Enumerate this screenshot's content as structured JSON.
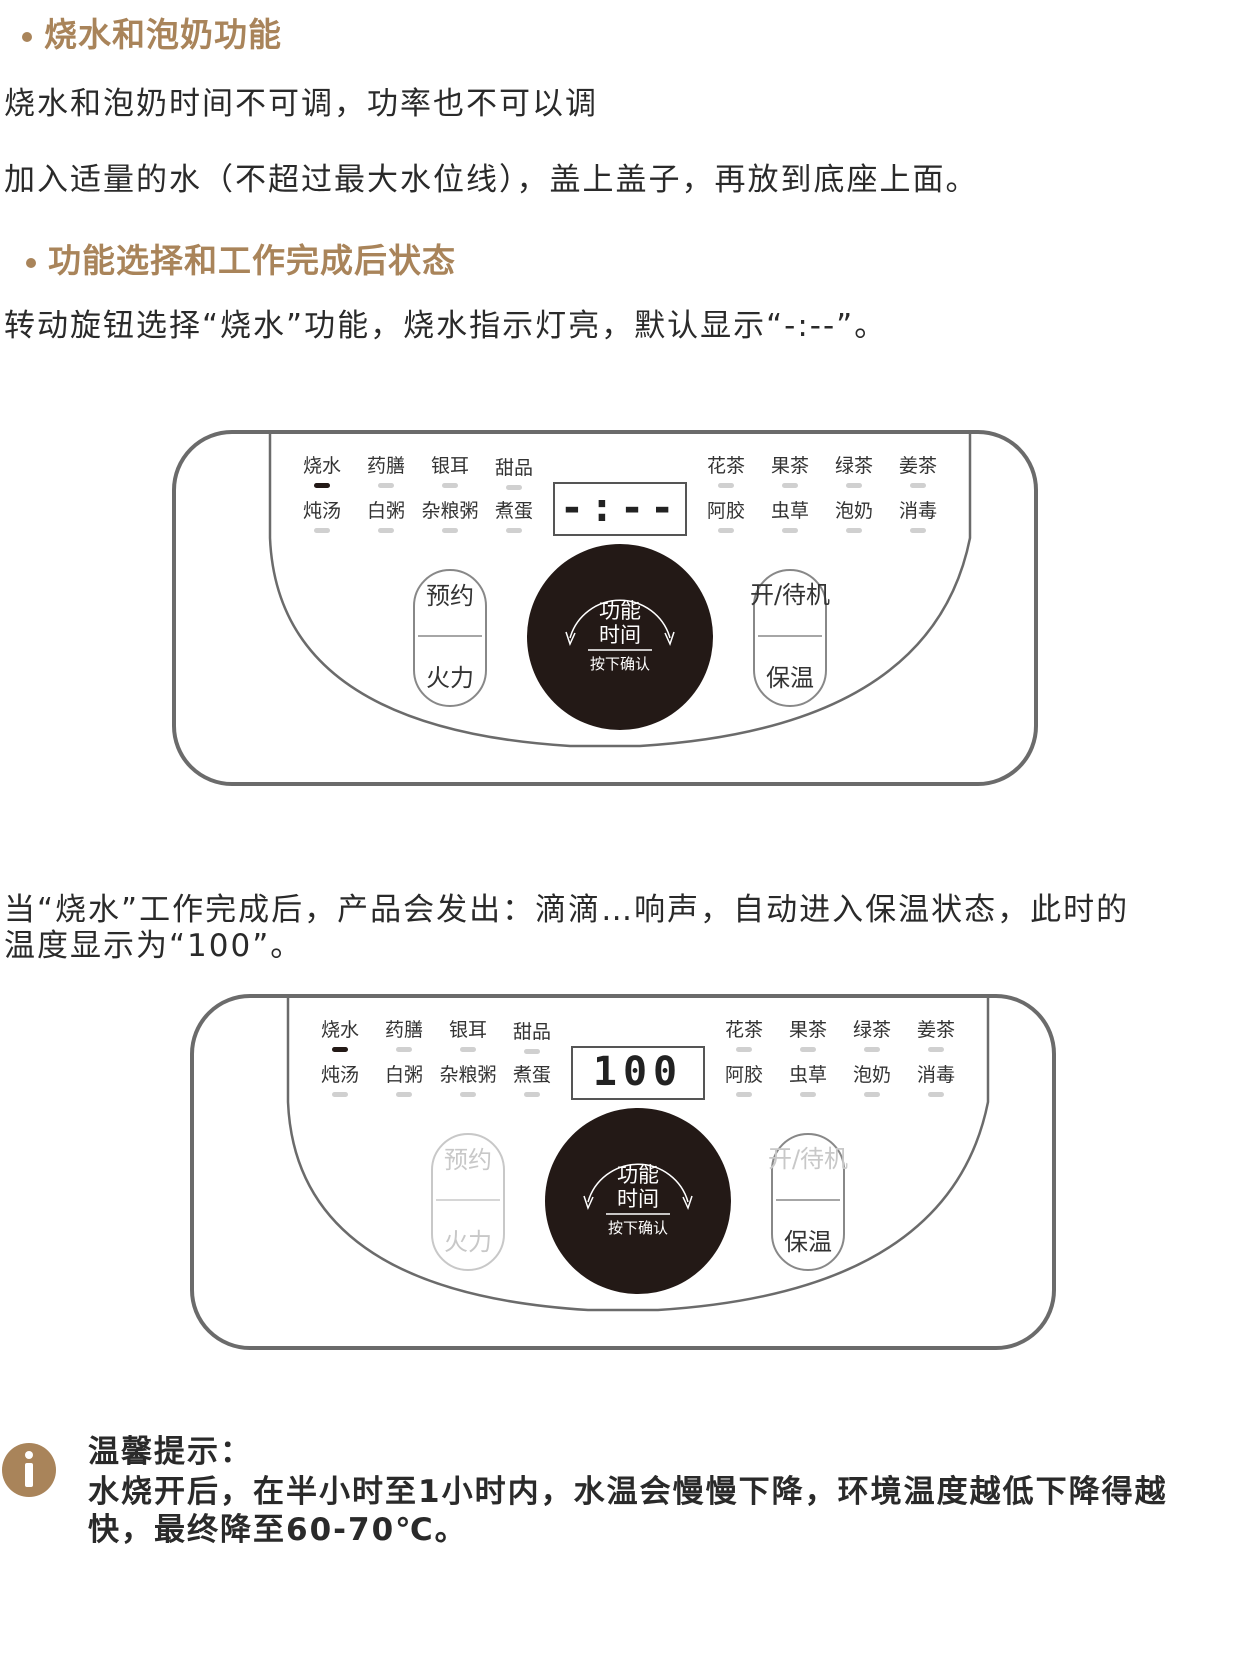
{
  "section1": {
    "heading": "烧水和泡奶功能",
    "line1": "烧水和泡奶时间不可调，功率也不可以调",
    "line2": "加入适量的水（不超过最大水位线），盖上盖子，再放到底座上面。"
  },
  "section2": {
    "heading": "功能选择和工作完成后状态",
    "line1": "转动旋钮选择“烧水”功能，烧水指示灯亮，默认显示“-:--”。",
    "line2a": "当“烧水”工作完成后，产品会发出：滴滴…响声，自动进入保温状态，此时的",
    "line2b": "温度显示为“100”。"
  },
  "panel": {
    "left_top": [
      "烧水",
      "药膳",
      "银耳",
      "甜品"
    ],
    "left_bottom": [
      "炖汤",
      "白粥",
      "杂粮粥",
      "煮蛋"
    ],
    "right_top": [
      "花茶",
      "果茶",
      "绿茶",
      "姜茶"
    ],
    "right_bottom": [
      "阿胶",
      "虫草",
      "泡奶",
      "消毒"
    ],
    "left_button_top": "预约",
    "left_button_bottom": "火力",
    "right_button_top": "开/待机",
    "right_button_bottom": "保温",
    "knob_line1": "功能",
    "knob_line2": "时间",
    "knob_line3": "按下确认"
  },
  "panel1": {
    "display": "-:--"
  },
  "panel2": {
    "display": "100"
  },
  "tip": {
    "title": "温馨提示：",
    "line1": "水烧开后，在半小时至1小时内，水温会慢慢下降，环境温度越低下降得越",
    "line2": "快，最终降至60-70℃。",
    "icon": "info-icon",
    "accent": "#a9845a"
  },
  "colors": {
    "heading": "#a9845a",
    "outline": "#6b6b6b",
    "knob": "#231916",
    "led_on": "#231916",
    "led_off": "#d0d0d0",
    "disabled": "#c8c8c8"
  }
}
